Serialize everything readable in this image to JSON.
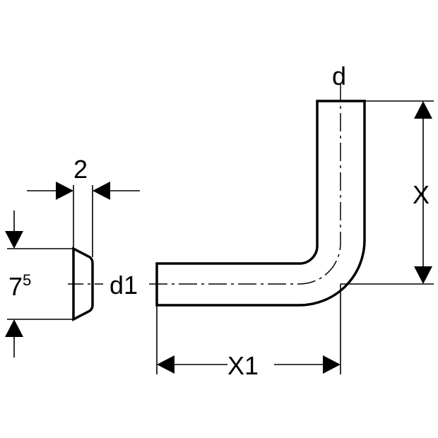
{
  "labels": {
    "pipe_outer_diameter": "d",
    "gasket_outer_diameter": "d1",
    "vertical_length": "X",
    "horizontal_length": "X1",
    "gasket_width": "2",
    "gasket_height_main": "7",
    "gasket_height_sup": "5"
  }
}
